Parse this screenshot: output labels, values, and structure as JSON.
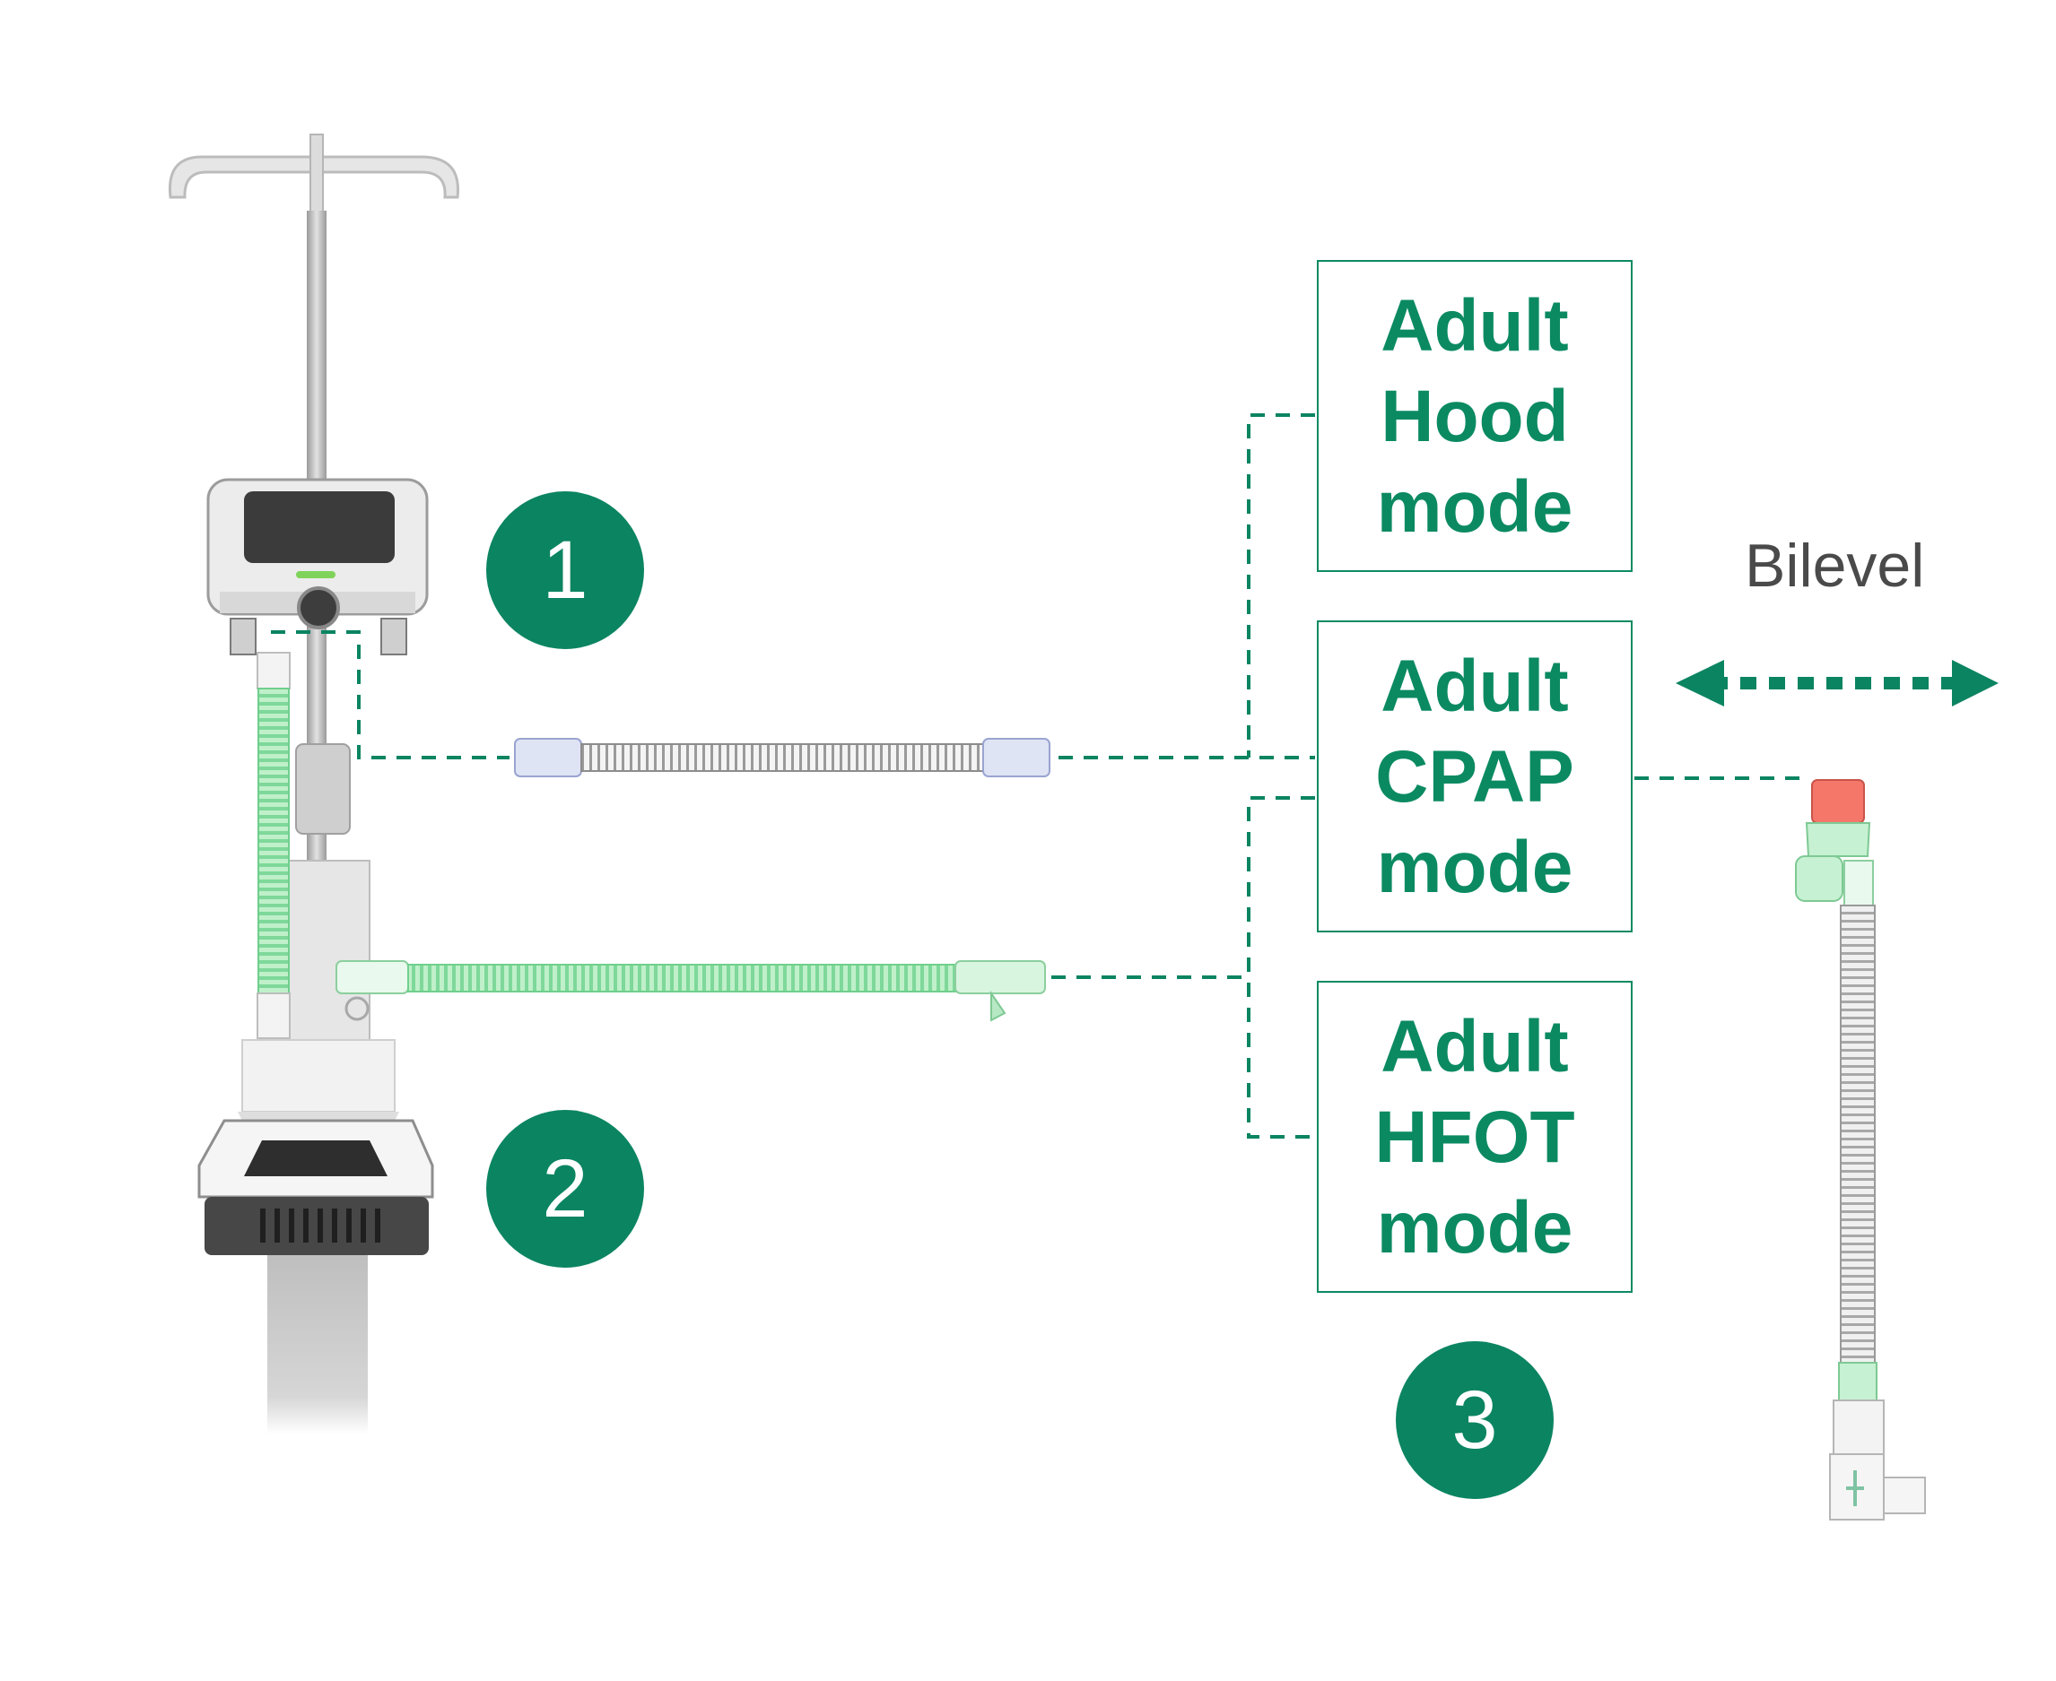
{
  "colors": {
    "accent": "#0b8461",
    "text_green": "#0b8a62",
    "tube_green": "#8fe0a4",
    "connector_red": "#f4776a"
  },
  "badges": [
    "1",
    "2",
    "3"
  ],
  "modes": [
    {
      "lines": [
        "Adult",
        "Hood",
        "mode"
      ]
    },
    {
      "lines": [
        "Adult",
        "CPAP",
        "mode"
      ]
    },
    {
      "lines": [
        "Adult",
        "HFOT",
        "mode"
      ]
    }
  ],
  "bilevel": {
    "label": "Bilevel"
  }
}
